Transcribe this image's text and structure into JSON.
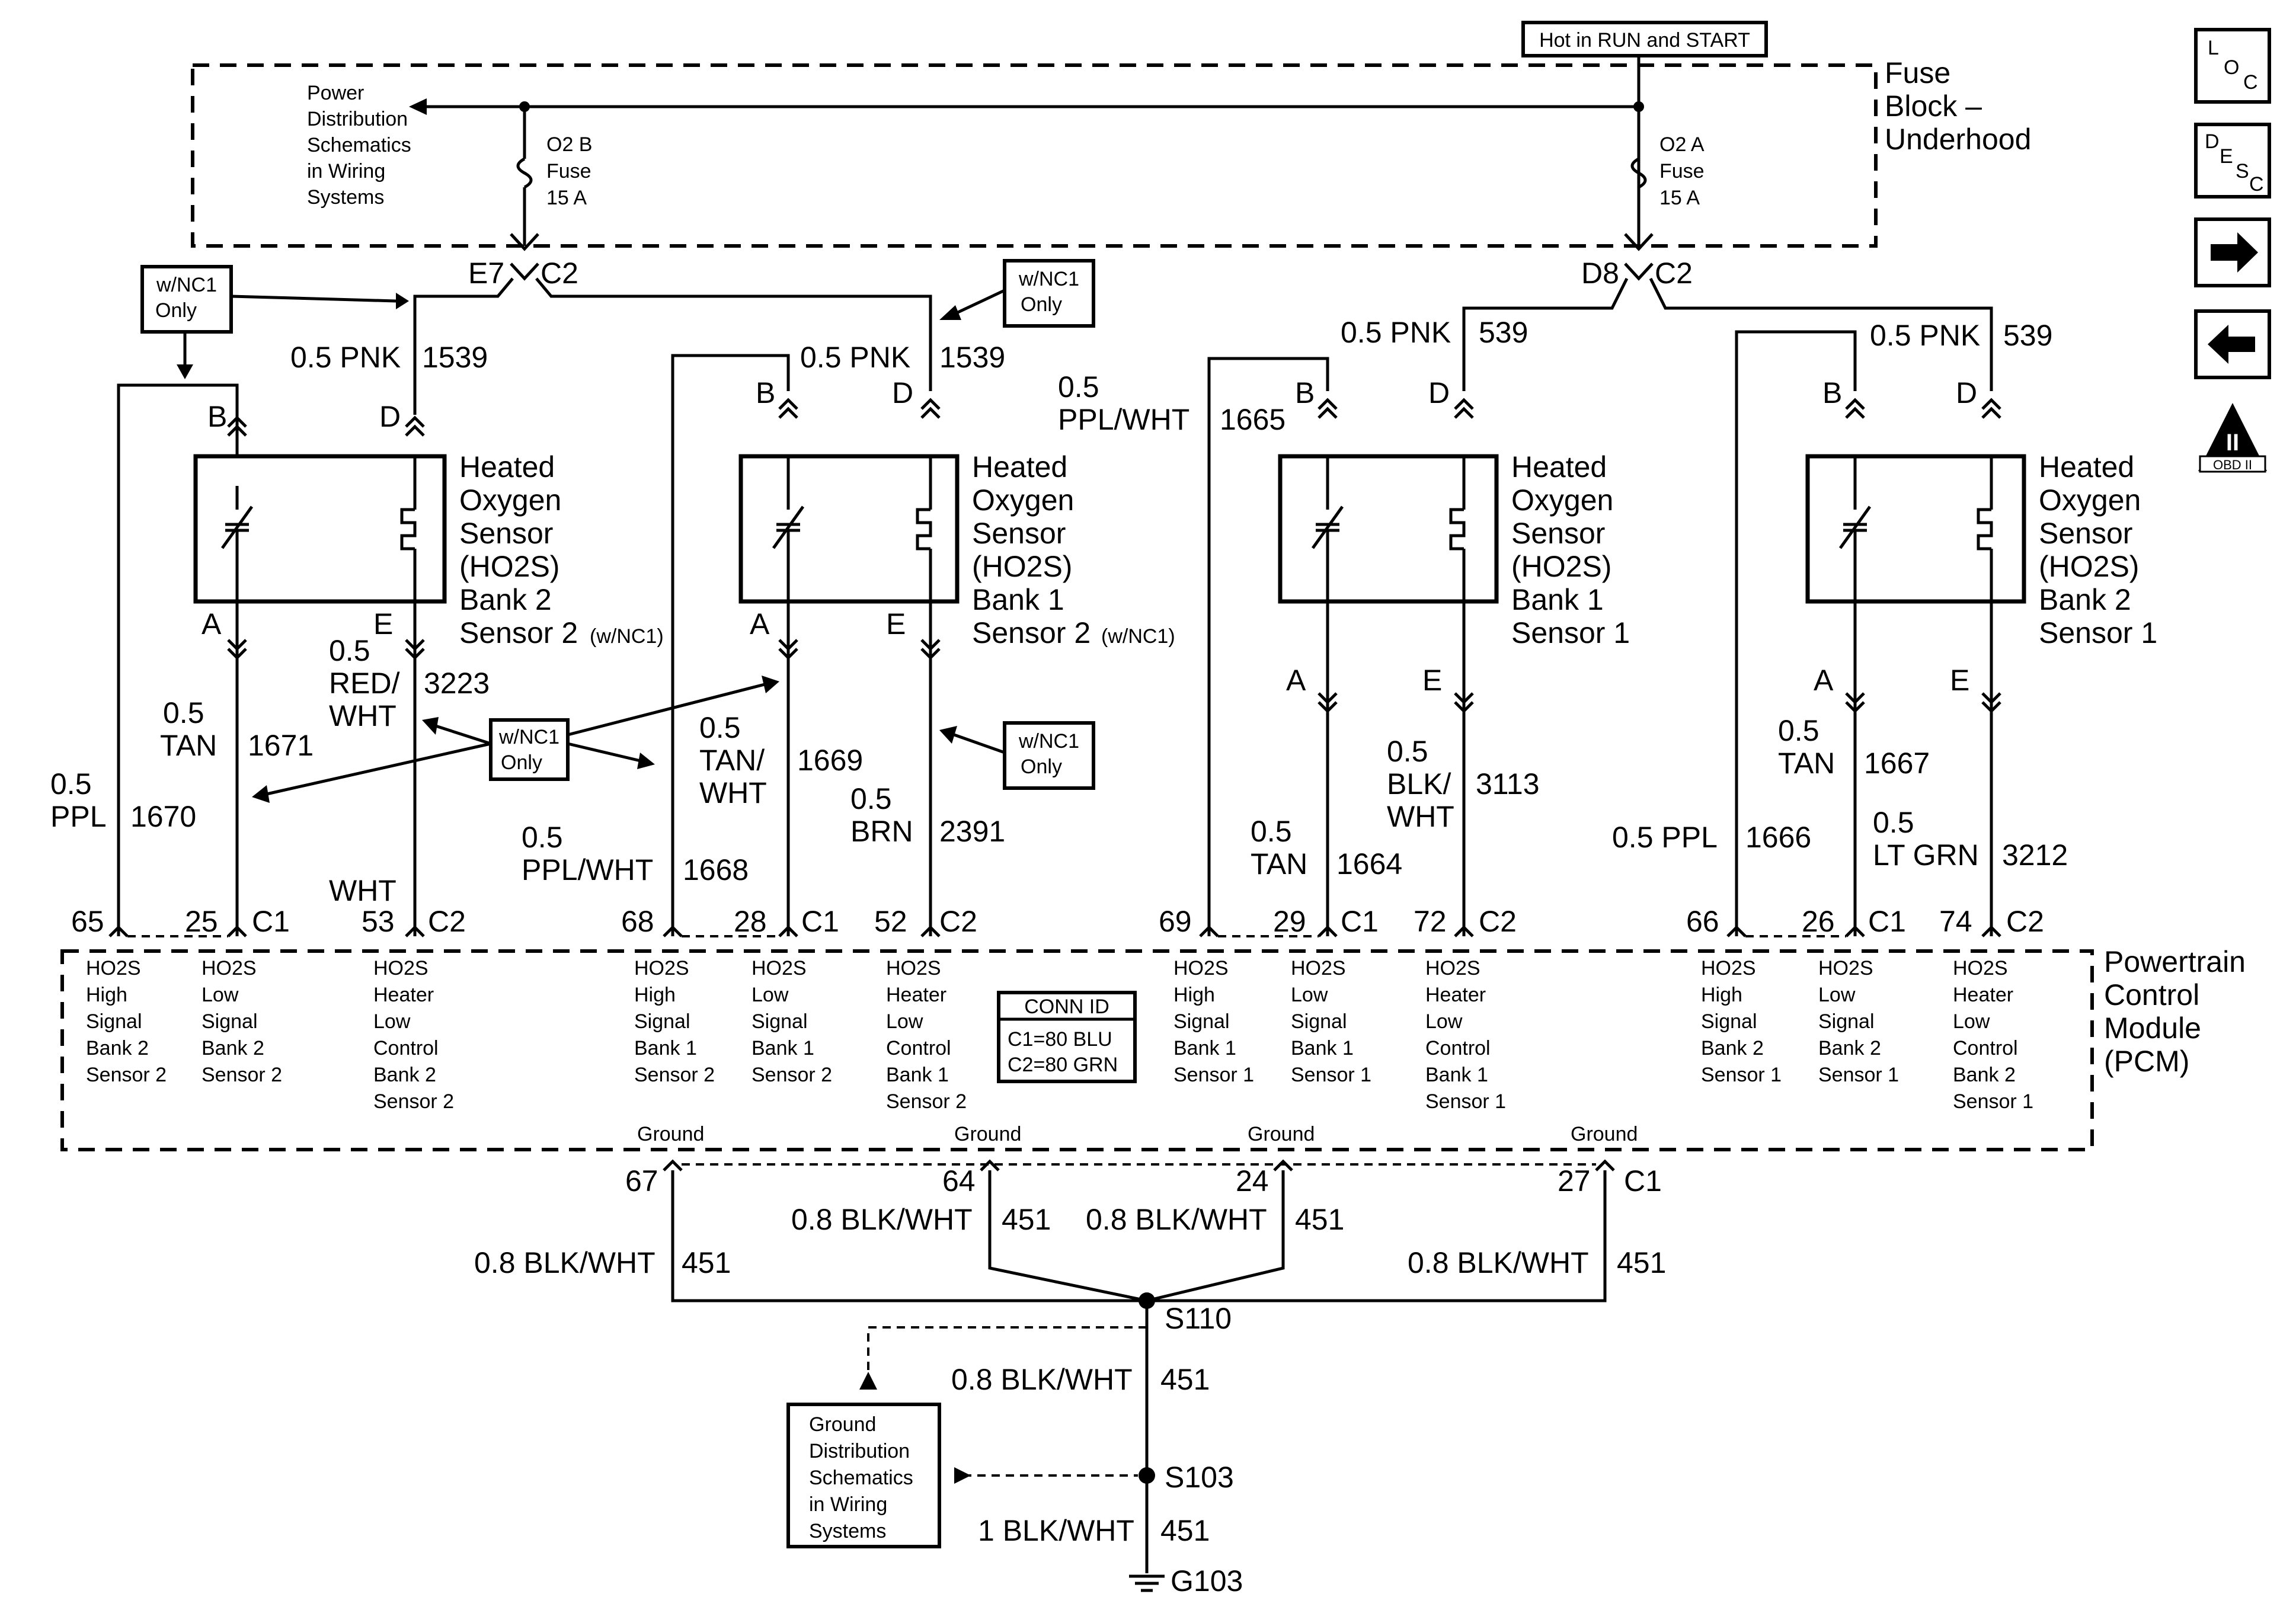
{
  "fuse_block": {
    "hot_label": "Hot in RUN and START",
    "title_lines": [
      "Fuse",
      "Block –",
      "Underhood"
    ],
    "power_dist_lines": [
      "Power",
      "Distribution",
      "Schematics",
      "in Wiring",
      "Systems"
    ],
    "fuse_b_lines": [
      "O2 B",
      "Fuse",
      "15 A"
    ],
    "fuse_a_lines": [
      "O2 A",
      "Fuse",
      "15 A"
    ],
    "conn_e7": "E7",
    "conn_c2_left": "C2",
    "conn_d8": "D8",
    "conn_c2_right": "C2"
  },
  "side_icons": {
    "loc": [
      "L",
      "O",
      "C"
    ],
    "desc": [
      "D",
      "E",
      "S",
      "C"
    ],
    "obd": [
      "II",
      "OBD II"
    ]
  },
  "option_notes": {
    "nc1": [
      "w/NC1",
      "Only"
    ]
  },
  "sensors": [
    {
      "title_lines": [
        "Heated",
        "Oxygen",
        "Sensor",
        "(HO2S)",
        "Bank 2"
      ],
      "last_line": "Sensor 2",
      "note": "(w/NC1)",
      "pins": [
        "B",
        "D",
        "A",
        "E"
      ]
    },
    {
      "title_lines": [
        "Heated",
        "Oxygen",
        "Sensor",
        "(HO2S)",
        "Bank 1"
      ],
      "last_line": "Sensor 2",
      "note": "(w/NC1)",
      "pins": [
        "B",
        "D",
        "A",
        "E"
      ]
    },
    {
      "title_lines": [
        "Heated",
        "Oxygen",
        "Sensor",
        "(HO2S)",
        "Bank 1"
      ],
      "last_line": "Sensor 1",
      "note": "",
      "pins": [
        "B",
        "D",
        "A",
        "E"
      ]
    },
    {
      "title_lines": [
        "Heated",
        "Oxygen",
        "Sensor",
        "(HO2S)",
        "Bank 2"
      ],
      "last_line": "Sensor 1",
      "note": "",
      "pins": [
        "B",
        "D",
        "A",
        "E"
      ]
    }
  ],
  "wires_top": [
    {
      "size": "0.5 PNK",
      "circuit": "1539"
    },
    {
      "size": "0.5 PNK",
      "circuit": "1539"
    },
    {
      "size": "0.5 PNK",
      "circuit": "539"
    },
    {
      "size": "0.5 PNK",
      "circuit": "539"
    },
    {
      "size_lines": [
        "0.5",
        "PPL/WHT"
      ],
      "circuit": "1665"
    }
  ],
  "wires_mid": [
    {
      "size_lines": [
        "0.5",
        "TAN"
      ],
      "circuit": "1671"
    },
    {
      "size_lines": [
        "0.5",
        "RED/",
        "WHT"
      ],
      "circuit": "3223"
    },
    {
      "size_lines": [
        "0.5",
        "PPL"
      ],
      "circuit": "1670"
    },
    {
      "size_lines": [
        "0.5",
        "TAN/",
        "WHT"
      ],
      "circuit": "1669"
    },
    {
      "size_lines": [
        "0.5",
        "PPL/WHT"
      ],
      "circuit": "1668"
    },
    {
      "size_lines": [
        "0.5",
        "BRN"
      ],
      "circuit": "2391"
    },
    {
      "size_lines": [
        "0.5",
        "TAN"
      ],
      "circuit": "1664"
    },
    {
      "size_lines": [
        "0.5",
        "BLK/",
        "WHT"
      ],
      "circuit": "3113"
    },
    {
      "size_lines": [
        "0.5",
        "TAN"
      ],
      "circuit": "1667"
    },
    {
      "size": "0.5 PPL",
      "circuit": "1666"
    },
    {
      "size_lines": [
        "0.5",
        "LT GRN"
      ],
      "circuit": "3212"
    },
    {
      "size": "WHT"
    }
  ],
  "pcm_pins": [
    {
      "num": "65",
      "conn": ""
    },
    {
      "num": "25",
      "conn": "C1"
    },
    {
      "num": "53",
      "conn": "C2"
    },
    {
      "num": "68",
      "conn": ""
    },
    {
      "num": "28",
      "conn": "C1"
    },
    {
      "num": "52",
      "conn": "C2"
    },
    {
      "num": "69",
      "conn": ""
    },
    {
      "num": "29",
      "conn": "C1"
    },
    {
      "num": "72",
      "conn": "C2"
    },
    {
      "num": "66",
      "conn": ""
    },
    {
      "num": "26",
      "conn": "C1"
    },
    {
      "num": "74",
      "conn": "C2"
    }
  ],
  "pcm_functions": [
    [
      "HO2S",
      "High",
      "Signal",
      "Bank 2",
      "Sensor 2"
    ],
    [
      "HO2S",
      "Low",
      "Signal",
      "Bank 2",
      "Sensor 2"
    ],
    [
      "HO2S",
      "Heater",
      "Low",
      "Control",
      "Bank 2",
      "Sensor 2"
    ],
    [
      "HO2S",
      "High",
      "Signal",
      "Bank 1",
      "Sensor 2"
    ],
    [
      "HO2S",
      "Low",
      "Signal",
      "Bank 1",
      "Sensor 2"
    ],
    [
      "HO2S",
      "Heater",
      "Low",
      "Control",
      "Bank 1",
      "Sensor 2"
    ],
    [
      "HO2S",
      "High",
      "Signal",
      "Bank 1",
      "Sensor 1"
    ],
    [
      "HO2S",
      "Low",
      "Signal",
      "Bank 1",
      "Sensor 1"
    ],
    [
      "HO2S",
      "Heater",
      "Low",
      "Control",
      "Bank 1",
      "Sensor 1"
    ],
    [
      "HO2S",
      "High",
      "Signal",
      "Bank 2",
      "Sensor 1"
    ],
    [
      "HO2S",
      "Low",
      "Signal",
      "Bank 2",
      "Sensor 1"
    ],
    [
      "HO2S",
      "Heater",
      "Low",
      "Control",
      "Bank 2",
      "Sensor 1"
    ]
  ],
  "pcm": {
    "title_lines": [
      "Powertrain",
      "Control",
      "Module",
      "(PCM)"
    ],
    "conn_id_title": "CONN ID",
    "conn_id_lines": [
      "C1=80 BLU",
      "C2=80 GRN"
    ],
    "ground_label": "Ground",
    "ground_pins": [
      "67",
      "64",
      "24",
      "27"
    ],
    "ground_conn": "C1"
  },
  "ground_circuit": {
    "w1": {
      "size": "0.8 BLK/WHT",
      "circuit": "451"
    },
    "w2": {
      "size": "0.8 BLK/WHT",
      "circuit": "451"
    },
    "w3": {
      "size": "0.8 BLK/WHT",
      "circuit": "451"
    },
    "w4": {
      "size": "0.8 BLK/WHT",
      "circuit": "451"
    },
    "w5": {
      "size": "0.8 BLK/WHT",
      "circuit": "451"
    },
    "w6": {
      "size": "1 BLK/WHT",
      "circuit": "451"
    },
    "splice1": "S110",
    "splice2": "S103",
    "ground": "G103",
    "ground_dist_lines": [
      "Ground",
      "Distribution",
      "Schematics",
      "in Wiring",
      "Systems"
    ]
  }
}
